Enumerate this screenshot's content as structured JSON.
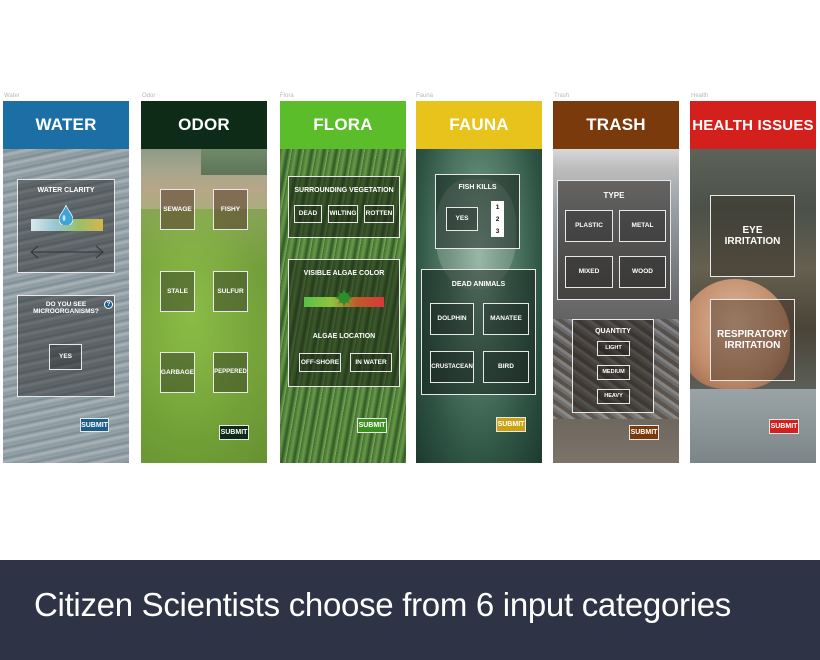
{
  "tiny_labels": [
    "Water",
    "Odor",
    "Flora",
    "Fauna",
    "Trash",
    "Health"
  ],
  "water": {
    "title": "WATER",
    "clarity_label": "WATER CLARITY",
    "micro_label": "DO YOU SEE\nMICROORGANISMS?",
    "help": "?",
    "yes": "YES",
    "submit": "SUBMIT"
  },
  "odor": {
    "title": "ODOR",
    "options": [
      "SEWAGE",
      "FISHY",
      "STALE",
      "SULFUR",
      "GARBAGE",
      "PEPPERED"
    ],
    "submit": "SUBMIT"
  },
  "flora": {
    "title": "FLORA",
    "veg_label": "SURROUNDING VEGETATION",
    "veg_options": [
      "DEAD",
      "WILTING",
      "ROTTEN"
    ],
    "algae_color_label": "VISIBLE ALGAE COLOR",
    "algae_location_label": "ALGAE LOCATION",
    "location_options": [
      "OFF-SHORE",
      "IN WATER"
    ],
    "submit": "SUBMIT"
  },
  "fauna": {
    "title": "FAUNA",
    "fish_kills_label": "FISH KILLS",
    "yes": "YES",
    "counts": [
      "1",
      "2",
      "3"
    ],
    "dead_animals_label": "DEAD ANIMALS",
    "animals": [
      "DOLPHIN",
      "MANATEE",
      "CRUSTACEAN",
      "BIRD"
    ],
    "submit": "SUBMIT"
  },
  "trash": {
    "title": "TRASH",
    "type_label": "TYPE",
    "types": [
      "PLASTIC",
      "METAL",
      "MIXED",
      "WOOD"
    ],
    "quantity_label": "QUANTITY",
    "quantities": [
      "LIGHT",
      "MEDIUM",
      "HEAVY"
    ],
    "submit": "SUBMIT"
  },
  "health": {
    "title": "HEALTH ISSUES",
    "issues": [
      "EYE\nIRRITATION",
      "RESPIRATORY\nIRRITATION"
    ],
    "submit": "SUBMIT"
  },
  "colors": {
    "water": "#1b6fa4",
    "odor": "#0d2b17",
    "flora": "#5bbd2a",
    "fauna": "#e8c31c",
    "trash": "#7b3a0c",
    "health": "#d4201c"
  },
  "caption": "Citizen Scientists choose from 6 input categories"
}
